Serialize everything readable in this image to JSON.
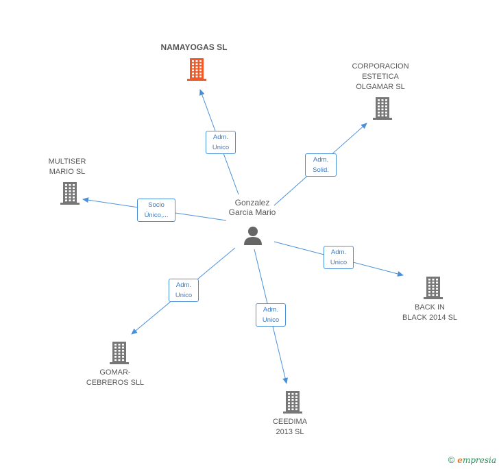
{
  "center": {
    "name": "Gonzalez\nGarcia Mario"
  },
  "colors": {
    "edge": "#4a90d9",
    "company": "#777777",
    "highlight": "#f05a28",
    "person": "#666666"
  },
  "nodes": [
    {
      "key": "namayogas",
      "label": "NAMAYOGAS SL",
      "highlight": true
    },
    {
      "key": "corporacion",
      "label": "CORPORACION\nESTETICA\nOLGAMAR SL",
      "highlight": false
    },
    {
      "key": "multiser",
      "label": "MULTISER\nMARIO SL",
      "highlight": false
    },
    {
      "key": "backin",
      "label": "BACK IN\nBLACK 2014  SL",
      "highlight": false
    },
    {
      "key": "gomar",
      "label": "GOMAR-\nCEBREROS SLL",
      "highlight": false
    },
    {
      "key": "ceedima",
      "label": "CEEDIMA\n2013  SL",
      "highlight": false
    }
  ],
  "edges": [
    {
      "to": "namayogas",
      "label": "Adm.\nUnico"
    },
    {
      "to": "corporacion",
      "label": "Adm.\nSolid."
    },
    {
      "to": "multiser",
      "label": "Socio\nÚnico,..."
    },
    {
      "to": "backin",
      "label": "Adm.\nUnico"
    },
    {
      "to": "gomar",
      "label": "Adm.\nUnico"
    },
    {
      "to": "ceedima",
      "label": "Adm.\nUnico"
    }
  ],
  "footer": {
    "copyright": "©",
    "brand_first": "e",
    "brand_rest": "mpresia"
  }
}
